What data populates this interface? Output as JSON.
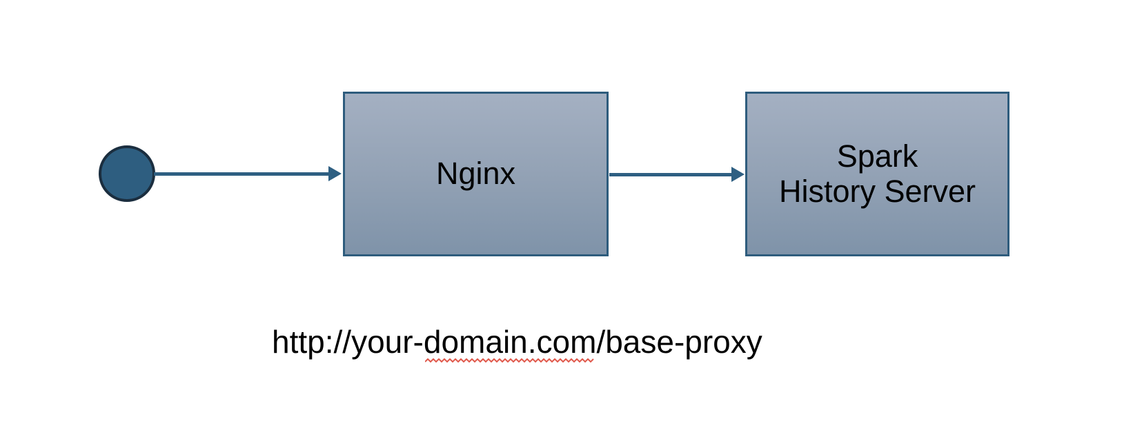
{
  "diagram": {
    "nodes": {
      "start": {
        "shape": "circle",
        "label": ""
      },
      "nginx": {
        "label": "Nginx"
      },
      "spark": {
        "label_lines": [
          "Spark",
          "History Server"
        ]
      }
    },
    "connectors": [
      {
        "from": "start",
        "to": "nginx",
        "direction": "right"
      },
      {
        "from": "nginx",
        "to": "spark",
        "direction": "right"
      }
    ]
  },
  "caption": {
    "segments": [
      {
        "text": "http://your-",
        "spellcheck_flagged": false
      },
      {
        "text": "domain.com",
        "spellcheck_flagged": true
      },
      {
        "text": "/base-proxy",
        "spellcheck_flagged": false
      }
    ]
  },
  "colors": {
    "background": "#ffffff",
    "node_fill_top": "#a4b0c2",
    "node_fill_bottom": "#7f93a9",
    "node_border": "#2e5c7d",
    "circle_fill": "#2e5e80",
    "circle_border": "#1b2e3f",
    "arrow": "#2e5f82",
    "text": "#000000",
    "spellcheck_underline": "#e0584b"
  }
}
